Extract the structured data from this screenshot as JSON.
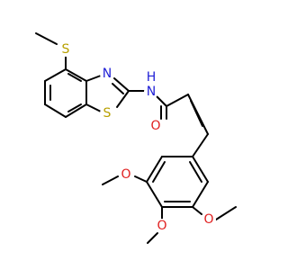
{
  "molecule": {
    "atoms": {
      "s_methylthio": "S",
      "n_thiazole": "N",
      "s_thiazole": "S",
      "n_amide": "N",
      "h_amide": "H",
      "o_carbonyl": "O",
      "o_methoxy_left": "O",
      "o_methoxy_middle": "O",
      "o_methoxy_right": "O"
    },
    "colors": {
      "sulfur": "#b8a000",
      "nitrogen": "#1f1fd6",
      "oxygen": "#e01f1f",
      "bond": "#000000"
    }
  }
}
